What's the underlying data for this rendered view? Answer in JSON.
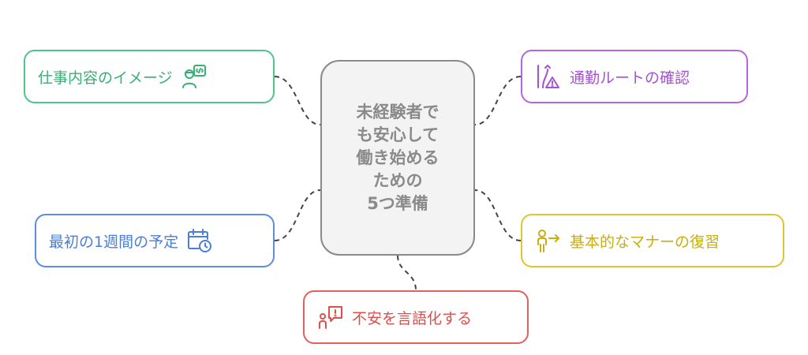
{
  "center": {
    "text": "未経験者で\nも安心して\n働き始める\nための\n5つ準備"
  },
  "nodes": [
    {
      "label": "仕事内容のイメージ",
      "icon": "worker-code-icon",
      "color": "#4fc48b"
    },
    {
      "label": "通勤ルートの確認",
      "icon": "route-warning-icon",
      "color": "#b565dd"
    },
    {
      "label": "最初の1週間の予定",
      "icon": "calendar-clock-icon",
      "color": "#5b8de0"
    },
    {
      "label": "基本的なマナーの復習",
      "icon": "person-arrow-icon",
      "color": "#dfc52f"
    },
    {
      "label": "不安を言語化する",
      "icon": "person-speech-alert-icon",
      "color": "#e0615e"
    }
  ]
}
